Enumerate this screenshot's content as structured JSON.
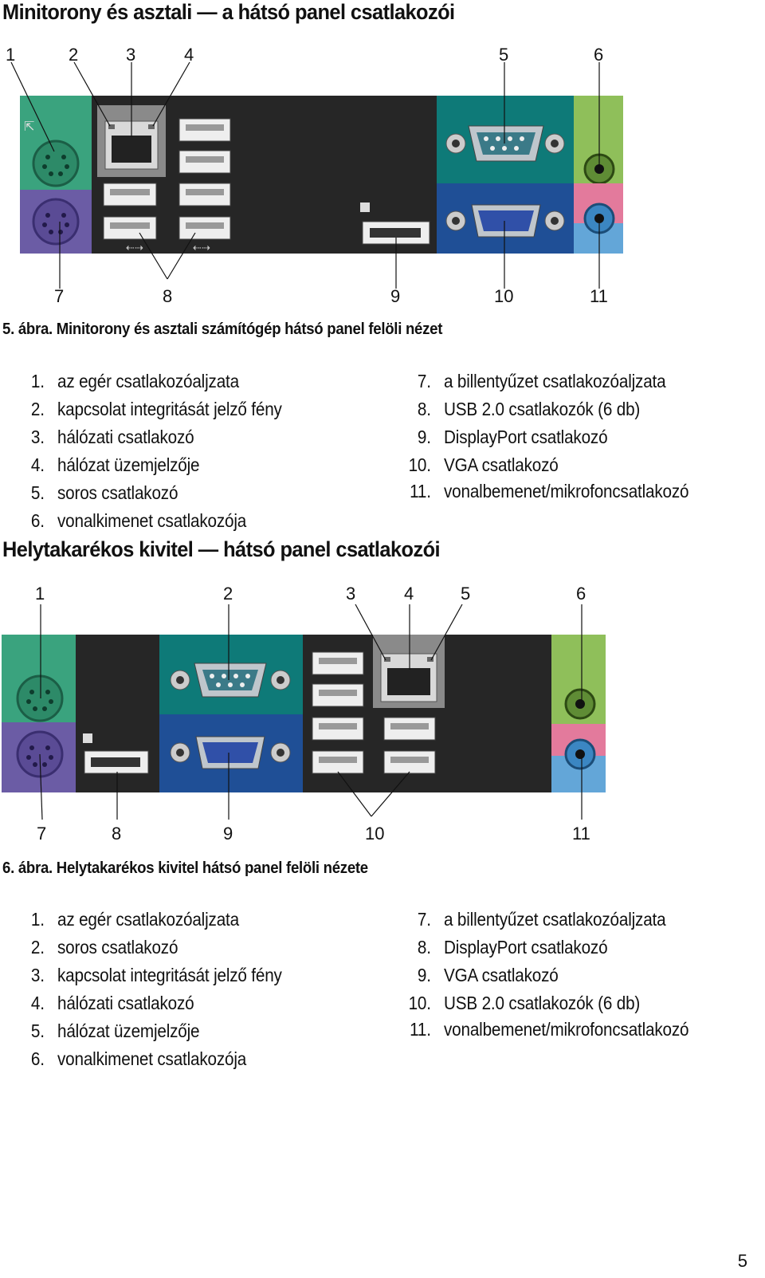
{
  "section1": {
    "heading": "Minitorony és asztali — a hátsó panel csatlakozói",
    "figure": {
      "callouts_top": [
        "1",
        "2",
        "3",
        "4",
        "5",
        "6"
      ],
      "callouts_bottom": [
        "7",
        "8",
        "9",
        "10",
        "11"
      ]
    },
    "caption": "5. ábra. Minitorony és asztali számítógép hátsó panel felöli nézet",
    "legend": [
      {
        "num": "1.",
        "text": "az egér csatlakozóaljzata"
      },
      {
        "num": "2.",
        "text": "kapcsolat integritását jelző fény"
      },
      {
        "num": "3.",
        "text": "hálózati csatlakozó"
      },
      {
        "num": "4.",
        "text": "hálózat üzemjelzője"
      },
      {
        "num": "5.",
        "text": "soros csatlakozó"
      },
      {
        "num": "6.",
        "text": "vonalkimenet csatlakozója"
      },
      {
        "num": "7.",
        "text": "a billentyűzet csatlakozóaljzata"
      },
      {
        "num": "8.",
        "text": "USB 2.0 csatlakozók (6 db)"
      },
      {
        "num": "9.",
        "text": "DisplayPort csatlakozó"
      },
      {
        "num": "10.",
        "text": "VGA csatlakozó"
      },
      {
        "num": "11.",
        "text": "vonalbemenet/mikrofoncsatlakozó"
      }
    ]
  },
  "section2": {
    "heading": "Helytakarékos kivitel — hátsó panel csatlakozói",
    "figure": {
      "callouts_top": [
        "1",
        "2",
        "3",
        "4",
        "5",
        "6"
      ],
      "callouts_bottom": [
        "7",
        "8",
        "9",
        "10",
        "11"
      ]
    },
    "caption": "6. ábra. Helytakarékos kivitel hátsó panel felöli nézete",
    "legend": [
      {
        "num": "1.",
        "text": "az egér csatlakozóaljzata"
      },
      {
        "num": "2.",
        "text": "soros csatlakozó"
      },
      {
        "num": "3.",
        "text": "kapcsolat integritását jelző fény"
      },
      {
        "num": "4.",
        "text": "hálózati csatlakozó"
      },
      {
        "num": "5.",
        "text": "hálózat üzemjelzője"
      },
      {
        "num": "6.",
        "text": "vonalkimenet csatlakozója"
      },
      {
        "num": "7.",
        "text": "a billentyűzet csatlakozóaljzata"
      },
      {
        "num": "8.",
        "text": "DisplayPort csatlakozó"
      },
      {
        "num": "9.",
        "text": "VGA csatlakozó"
      },
      {
        "num": "10.",
        "text": "USB 2.0 csatlakozók (6 db)"
      },
      {
        "num": "11.",
        "text": "vonalbemenet/mikrofoncsatlakozó"
      }
    ]
  },
  "colors": {
    "panel": "#2a2a2a",
    "mouse_port": "#3aa37e",
    "keyboard_port": "#6b5ca5",
    "serial_bg": "#0e7a78",
    "vga_bg": "#1f4f96",
    "line_out": "#8fbf5a",
    "mic_in": "#e37a9c",
    "line_in": "#63a6d8"
  },
  "page_number": "5"
}
